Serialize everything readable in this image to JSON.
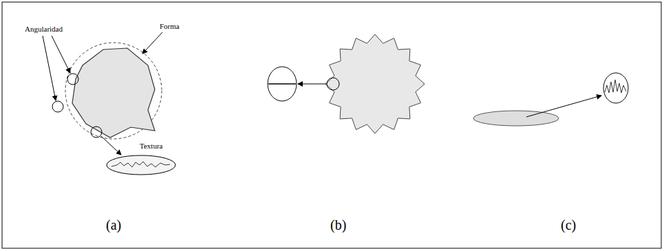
{
  "diagram": {
    "labels": [
      "Angularidad",
      "Forma",
      "Textura",
      "(a)",
      "(b)",
      "(c)"
    ]
  }
}
